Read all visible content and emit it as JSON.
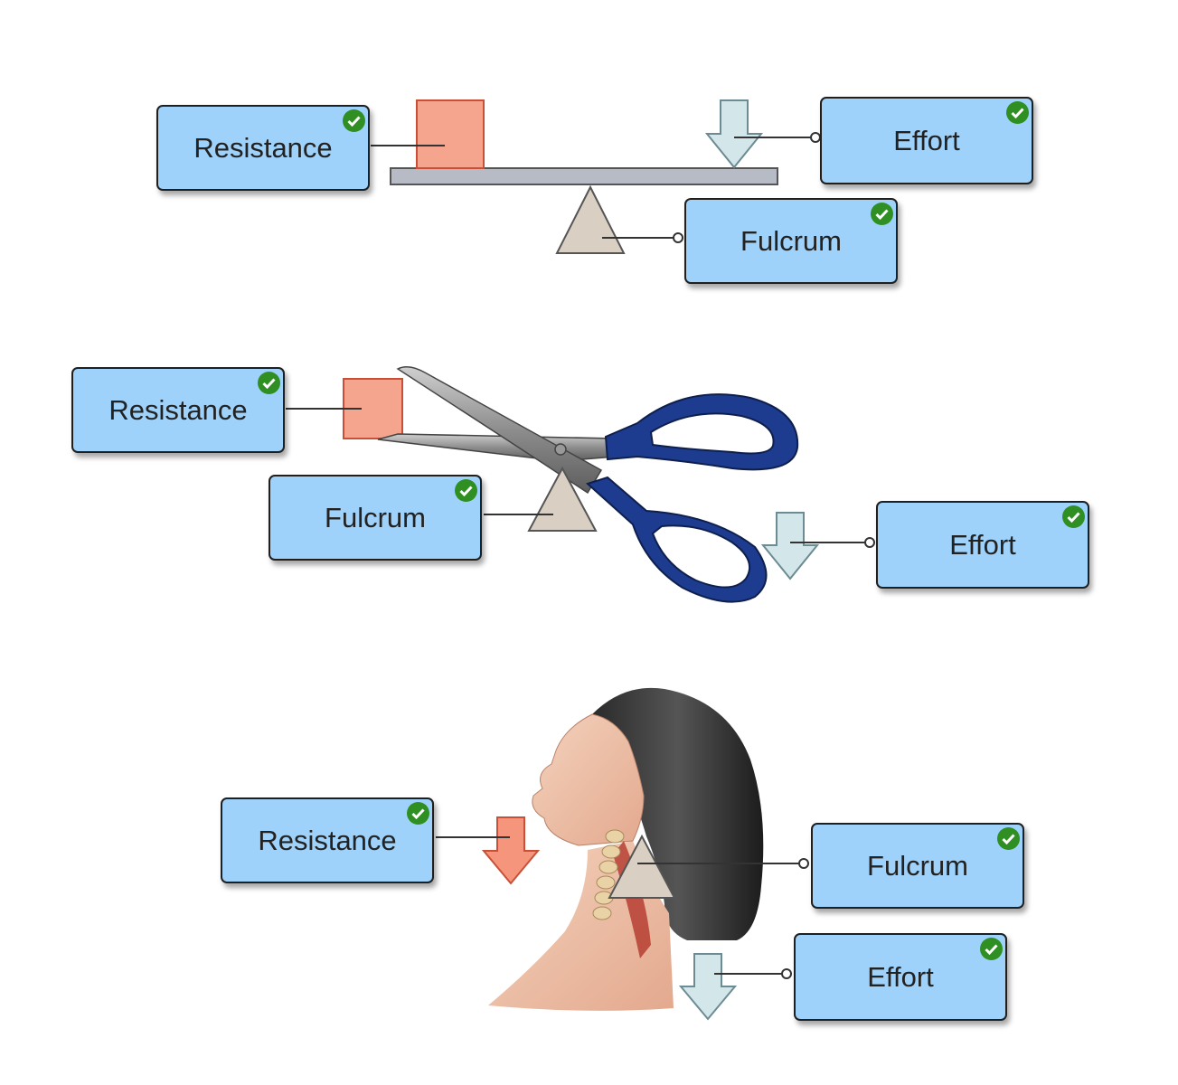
{
  "colors": {
    "label_fill": "#9ed2fb",
    "label_border": "#1f1f1f",
    "check": "#2f8f22",
    "resistance": "#f5a58e",
    "effort_arrow": "#d3e6ea",
    "fulcrum": "#d9cfc2",
    "lever_bar": "#b7bbc6",
    "scissor_handle": "#1d3c8f"
  },
  "icons": {
    "correct": "check-circle-icon"
  },
  "diagrams": [
    {
      "id": "seesaw",
      "resistance_label": "Resistance",
      "effort_label": "Effort",
      "fulcrum_label": "Fulcrum"
    },
    {
      "id": "scissors",
      "resistance_label": "Resistance",
      "fulcrum_label": "Fulcrum",
      "effort_label": "Effort"
    },
    {
      "id": "head",
      "resistance_label": "Resistance",
      "fulcrum_label": "Fulcrum",
      "effort_label": "Effort"
    }
  ]
}
